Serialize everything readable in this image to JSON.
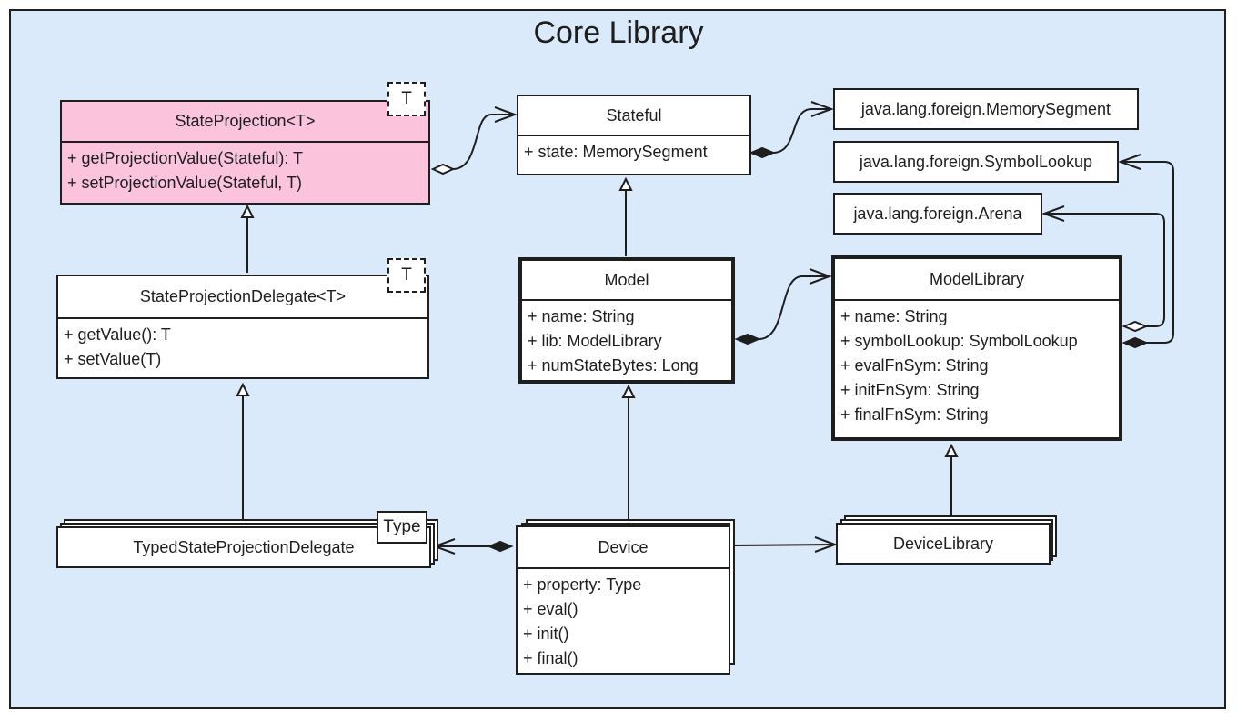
{
  "title": "Core Library",
  "classes": {
    "state_projection": {
      "name": "StateProjection<T>",
      "type_param": "T",
      "members": [
        "+ getProjectionValue(Stateful): T",
        "+ setProjectionValue(Stateful, T)"
      ]
    },
    "stateful": {
      "name": "Stateful",
      "members": [
        "+ state: MemorySegment"
      ]
    },
    "state_projection_delegate": {
      "name": "StateProjectionDelegate<T>",
      "type_param": "T",
      "members": [
        "+ getValue(): T",
        "+ setValue(T)"
      ]
    },
    "model": {
      "name": "Model",
      "members": [
        "+ name: String",
        "+ lib: ModelLibrary",
        "+ numStateBytes: Long"
      ]
    },
    "model_library": {
      "name": "ModelLibrary",
      "members": [
        "+ name: String",
        "+ symbolLookup: SymbolLookup",
        "+ evalFnSym: String",
        "+ initFnSym: String",
        "+ finalFnSym: String"
      ]
    },
    "typed_state_projection_delegate": {
      "name": "TypedStateProjectionDelegate",
      "type_param": "Type"
    },
    "device": {
      "name": "Device",
      "members": [
        "+ property: Type",
        "+ eval()",
        "+ init()",
        "+ final()"
      ]
    },
    "device_library": {
      "name": "DeviceLibrary"
    },
    "memory_segment": {
      "name": "java.lang.foreign.MemorySegment"
    },
    "symbol_lookup": {
      "name": "java.lang.foreign.SymbolLookup"
    },
    "arena": {
      "name": "java.lang.foreign.Arena"
    }
  },
  "colors": {
    "frame_bg": "#dbeafb",
    "highlight": "#fbc4dc",
    "line": "#1e1e1e"
  }
}
